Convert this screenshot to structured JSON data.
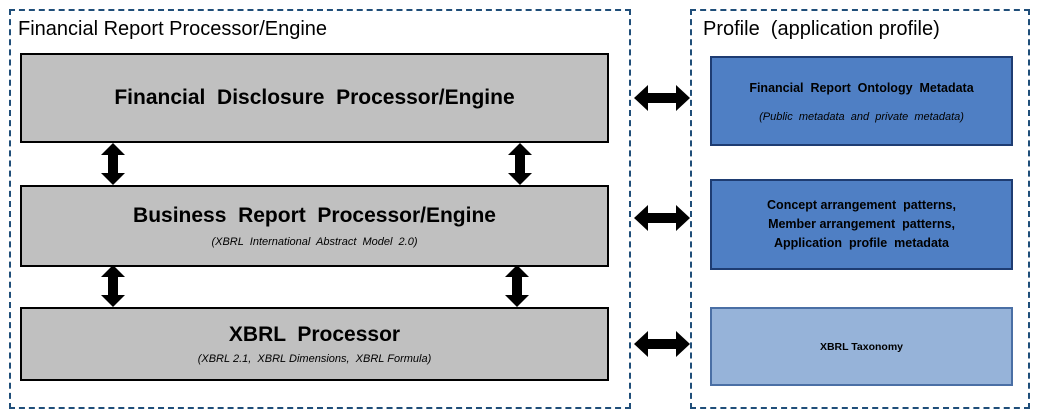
{
  "left_panel": {
    "title": "Financial Report Processor/Engine",
    "boxes": [
      {
        "title": "Financial  Disclosure  Processor/Engine",
        "subtitle": ""
      },
      {
        "title": "Business  Report  Processor/Engine",
        "subtitle": "(XBRL  International  Abstract  Model  2.0)"
      },
      {
        "title": "XBRL  Processor",
        "subtitle": "(XBRL 2.1,  XBRL Dimensions,  XBRL Formula)"
      }
    ]
  },
  "right_panel": {
    "title": "Profile  (application profile)",
    "boxes": [
      {
        "title": "Financial  Report  Ontology  Metadata",
        "subtitle": "(Public  metadata  and  private  metadata)"
      },
      {
        "lines": [
          "Concept arrangement  patterns,",
          "Member arrangement  patterns,",
          "Application  profile  metadata"
        ]
      },
      {
        "title": "XBRL Taxonomy"
      }
    ]
  },
  "colors": {
    "panel_border": "#1f4e79",
    "gray_box": "#c0c0c0",
    "blue_dark": "#4f7fc4",
    "blue_light": "#96b3d9"
  }
}
